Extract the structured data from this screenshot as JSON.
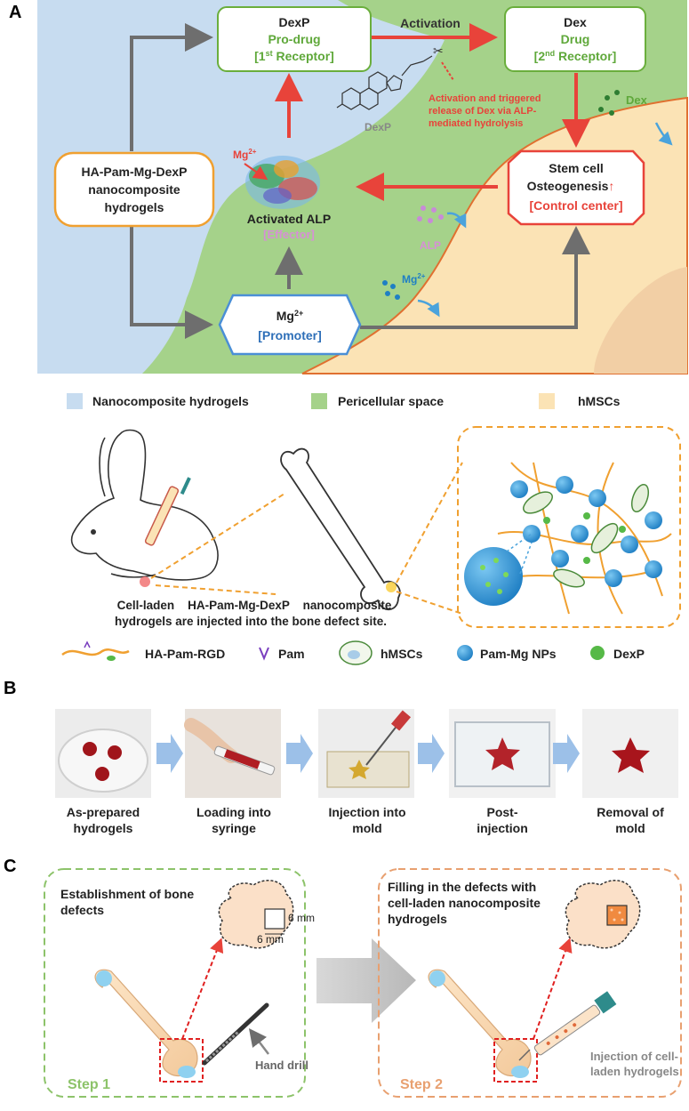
{
  "panels": {
    "a": "A",
    "b": "B",
    "c": "C"
  },
  "colors": {
    "hydrogel_blue": "#c7dcf0",
    "pericellular_green": "#a5d28a",
    "hmsc_yellow": "#fbe3b5",
    "hmsc_inner": "#f2cfa5",
    "red_arrow": "#e8433a",
    "gray_arrow": "#6e6e6e",
    "green_text": "#5fa83a",
    "orange": "#f0a030",
    "pink_text": "#d78fd6",
    "blue_box": "#4a8fd6",
    "dashed_green": "#8dc36a",
    "dashed_orange": "#e8a070"
  },
  "panel_a": {
    "dexp_box": {
      "title": "DexP",
      "sub": "Pro-drug",
      "receptor_pre": "[1",
      "receptor_sup": "st",
      "receptor_post": " Receptor]"
    },
    "activation_label": "Activation",
    "dex_box": {
      "title": "Dex",
      "sub": "Drug",
      "receptor_pre": "[2",
      "receptor_sup": "nd",
      "receptor_post": " Receptor]"
    },
    "hydrogel_box": [
      "HA-Pam-Mg-DexP",
      "nanocomposite",
      "hydrogels"
    ],
    "mg_ion_label": "Mg",
    "mg_ion_sup": "2+",
    "activated_alp": "Activated ALP",
    "effector": "[Effector]",
    "dexp_molecule_label": "DexP",
    "activation_note": [
      "Activation and triggered",
      "release of Dex via ALP-",
      "mediated hydrolysis"
    ],
    "dex_particles_label": "Dex",
    "stem_cell_box": {
      "line1": "Stem cell",
      "line2": "Osteogenesis",
      "arrow": "↑",
      "line3": "[Control center]"
    },
    "alp_label": "ALP",
    "mg_particles_label": "Mg",
    "mg_particles_sup": "2+",
    "promoter_box": {
      "title": "Mg",
      "sup": "2+",
      "sub": "[Promoter]"
    }
  },
  "legend_a": [
    {
      "label": "Nanocomposite hydrogels",
      "color": "#c7dcf0"
    },
    {
      "label": "Pericellular space",
      "color": "#a5d28a"
    },
    {
      "label": "hMSCs",
      "color": "#fbe3b5"
    }
  ],
  "illustration": {
    "caption": [
      "Cell-laden    HA-Pam-Mg-DexP    nanocomposite",
      "hydrogels are injected into the bone defect site."
    ]
  },
  "legend_b": [
    {
      "label": "HA-Pam-RGD",
      "icon": "polymer-chain-icon"
    },
    {
      "label": "Pam",
      "icon": "pam-icon"
    },
    {
      "label": "hMSCs",
      "icon": "cell-icon"
    },
    {
      "label": "Pam-Mg NPs",
      "icon": "nanoparticle-icon"
    },
    {
      "label": "DexP",
      "icon": "dexp-dot-icon"
    }
  ],
  "panel_b": {
    "steps": [
      [
        "As-prepared",
        "hydrogels"
      ],
      [
        "Loading into",
        "syringe"
      ],
      [
        "Injection into",
        "mold"
      ],
      [
        "Post-",
        "injection"
      ],
      [
        "Removal of",
        "mold"
      ]
    ]
  },
  "panel_c": {
    "step1": {
      "title": [
        "Establishment of bone",
        "defects"
      ],
      "dim_v": "6 mm",
      "dim_h": "6 mm",
      "tool": "Hand drill",
      "label": "Step 1"
    },
    "step2": {
      "title": [
        "Filling in the defects with",
        "cell-laden nanocomposite",
        "hydrogels"
      ],
      "note": [
        "Injection of cell-",
        "laden hydrogels"
      ],
      "label": "Step 2"
    }
  }
}
